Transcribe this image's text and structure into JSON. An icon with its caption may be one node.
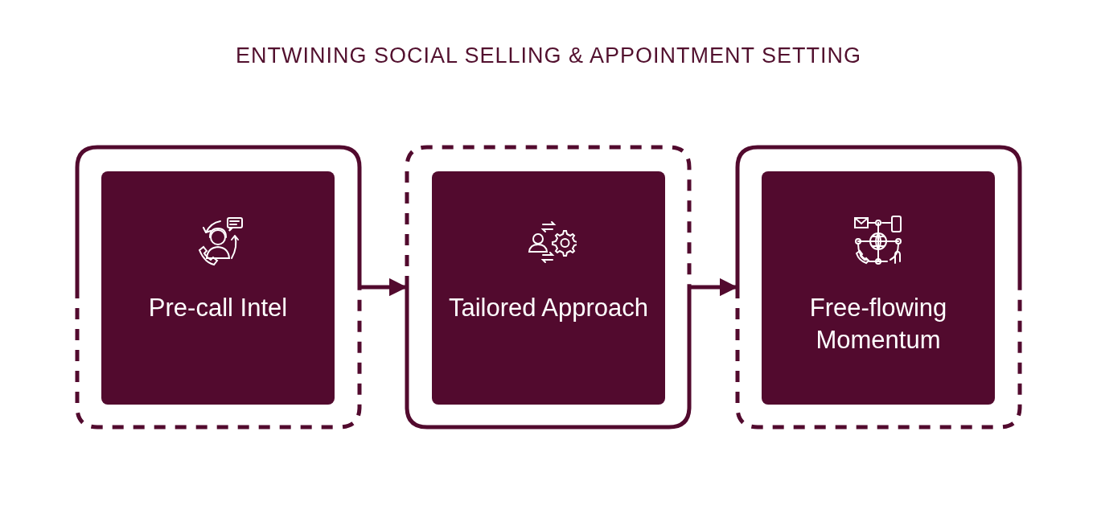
{
  "diagram": {
    "title": "ENTWINING SOCIAL SELLING & APPOINTMENT SETTING",
    "nodes": [
      {
        "text": [],
        "shape": "box"
      },
      {
        "text": [
          "Pre-call Intel"
        ],
        "in": 0
      },
      {
        "text": [],
        "shape": "box"
      },
      {
        "text": [
          "Tailored Approach"
        ],
        "in": 2
      },
      {
        "text": [],
        "shape": "box"
      },
      {
        "text": [
          "Free-flowing Momentum"
        ],
        "in": 4
      }
    ],
    "edges": [
      {
        "from": 0,
        "to": 2,
        "arrow": "to"
      },
      {
        "from": 2,
        "to": 4,
        "arrow": "to"
      }
    ]
  }
}
